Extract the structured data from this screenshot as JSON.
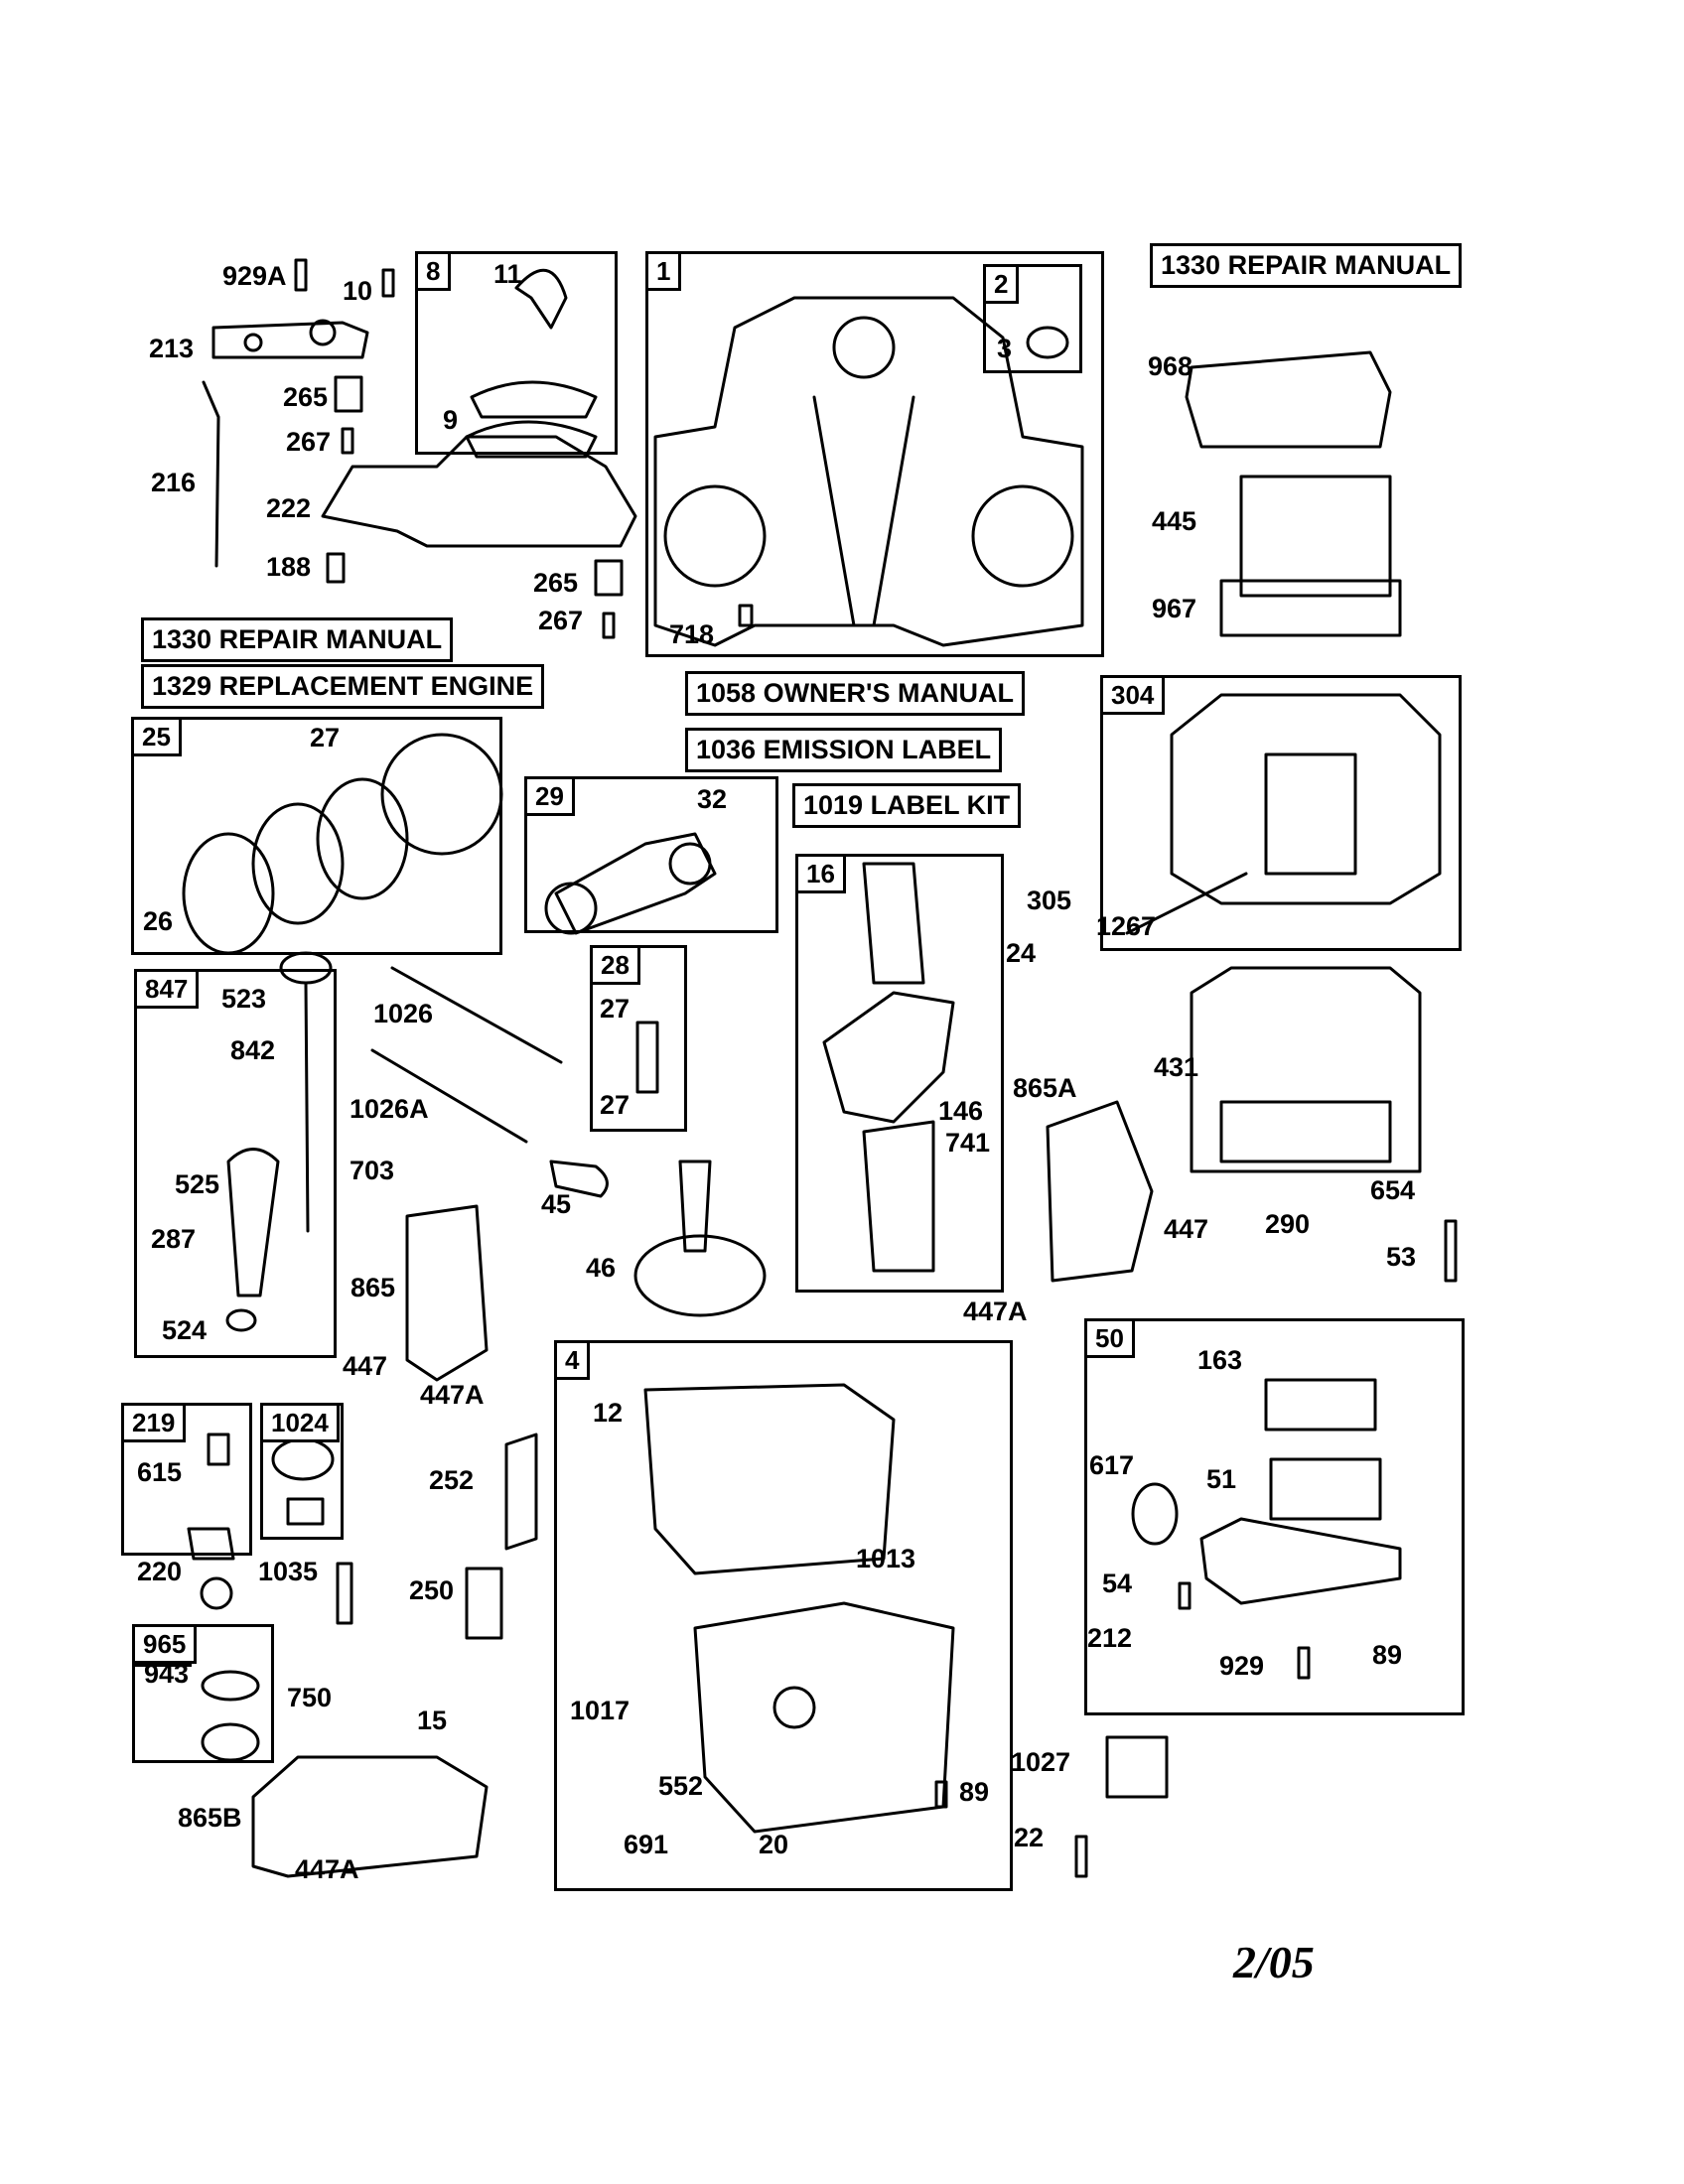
{
  "document": {
    "date": "2/05"
  },
  "manual_bars": [
    {
      "text": "1330 REPAIR MANUAL"
    },
    {
      "text": "1330 REPAIR MANUAL"
    },
    {
      "text": "1329  REPLACEMENT ENGINE"
    },
    {
      "text": "1058 OWNER'S MANUAL"
    },
    {
      "text": "1036 EMISSION LABEL"
    },
    {
      "text": "1019 LABEL KIT"
    }
  ],
  "boxes": [
    {
      "tag": "8"
    },
    {
      "tag": "1"
    },
    {
      "tag": "2"
    },
    {
      "tag": "25"
    },
    {
      "tag": "29"
    },
    {
      "tag": "304"
    },
    {
      "tag": "28"
    },
    {
      "tag": "16"
    },
    {
      "tag": "847"
    },
    {
      "tag": "4"
    },
    {
      "tag": "50"
    },
    {
      "tag": "219"
    },
    {
      "tag": "1024"
    },
    {
      "tag": "965"
    }
  ],
  "part_labels": [
    "929A",
    "10",
    "11",
    "213",
    "265",
    "9",
    "267",
    "216",
    "222",
    "188",
    "265",
    "267",
    "3",
    "718",
    "968",
    "445",
    "967",
    "27",
    "26",
    "32",
    "305",
    "24",
    "1267",
    "523",
    "842",
    "1026",
    "27",
    "27",
    "1026A",
    "146",
    "741",
    "865A",
    "431",
    "525",
    "703",
    "45",
    "287",
    "865",
    "46",
    "447",
    "290",
    "654",
    "53",
    "524",
    "447A",
    "447",
    "447A",
    "12",
    "163",
    "615",
    "617",
    "51",
    "252",
    "220",
    "1035",
    "1013",
    "250",
    "54",
    "212",
    "929",
    "89",
    "943",
    "750",
    "15",
    "1017",
    "1027",
    "552",
    "89",
    "865B",
    "691",
    "20",
    "22",
    "447A"
  ]
}
